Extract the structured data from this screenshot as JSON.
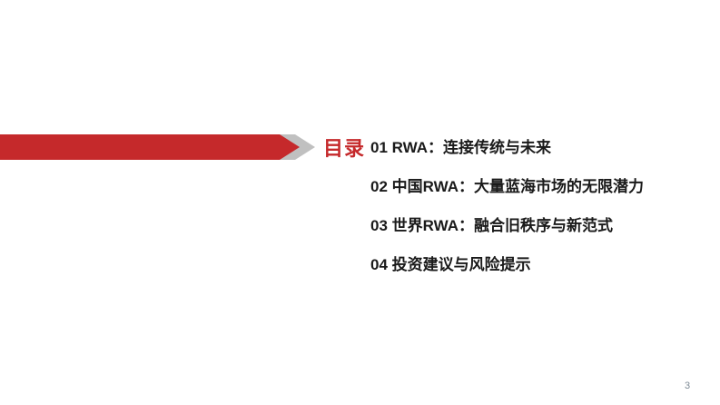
{
  "slide": {
    "toc_label": "目录",
    "items": [
      {
        "label": "01 RWA：连接传统与未来"
      },
      {
        "label": "02 中国RWA：大量蓝海市场的无限潜力"
      },
      {
        "label": "03 世界RWA：融合旧秩序与新范式"
      },
      {
        "label": "04 投资建议与风险提示"
      }
    ],
    "page_number": "3"
  },
  "colors": {
    "accent_red": "#c5292b",
    "chevron_gray": "#c0c0c0",
    "item_text": "#1a1a1a",
    "page_number_gray": "#7e8b96"
  }
}
